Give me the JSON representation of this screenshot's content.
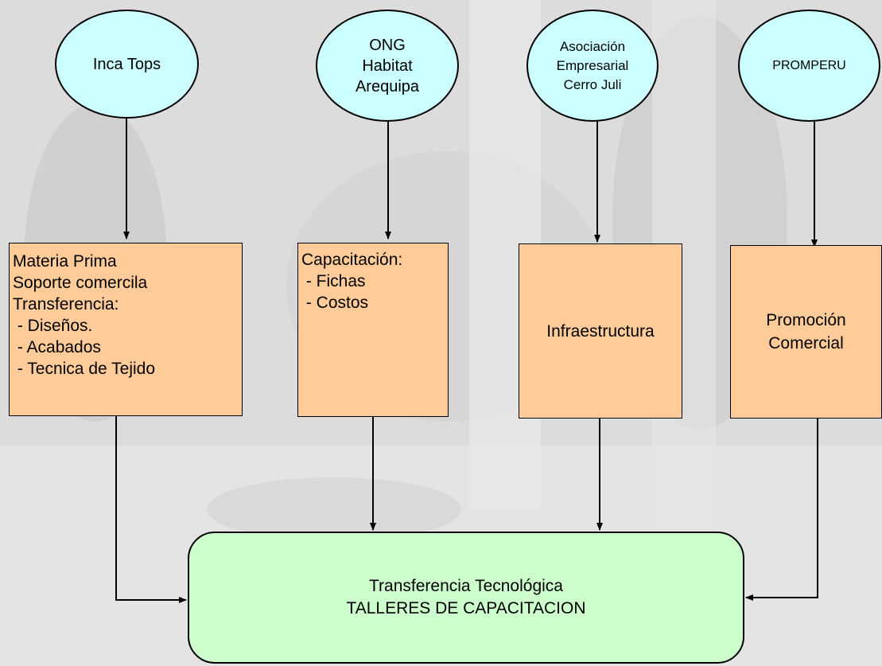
{
  "diagram": {
    "sources": [
      {
        "id": "inca",
        "lines": [
          "Inca Tops"
        ]
      },
      {
        "id": "ong",
        "lines": [
          "ONG",
          "Habitat",
          "Arequipa"
        ]
      },
      {
        "id": "asoc",
        "lines": [
          "Asociación",
          "Empresarial",
          "Cerro Juli"
        ]
      },
      {
        "id": "promperu",
        "lines": [
          "PROMPERU"
        ]
      }
    ],
    "contributions": [
      {
        "id": "inca",
        "lines": [
          "Materia Prima",
          "Soporte comercila",
          "Transferencia:",
          " - Diseños.",
          " - Acabados",
          " - Tecnica de Tejido"
        ]
      },
      {
        "id": "ong",
        "lines": [
          "Capacitación:",
          " - Fichas",
          " - Costos"
        ]
      },
      {
        "id": "asoc",
        "lines": [
          "Infraestructura"
        ]
      },
      {
        "id": "promperu",
        "lines": [
          "Promoción",
          "Comercial"
        ]
      }
    ],
    "target": {
      "lines": [
        "Transferencia Tecnológica",
        "TALLERES DE CAPACITACION"
      ]
    },
    "colors": {
      "source_fill": "#ccffff",
      "contribution_fill": "#ffcc99",
      "target_fill": "#ccffcc",
      "background": "#d9d9d9"
    }
  }
}
